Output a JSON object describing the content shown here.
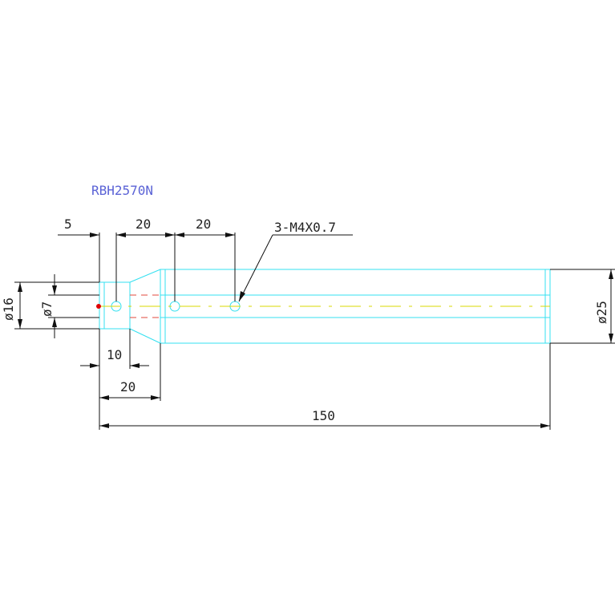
{
  "drawing": {
    "title": "RBH2570N",
    "colors": {
      "background": "#ffffff",
      "title": "#5b63d6",
      "outline": "#34e0f0",
      "dimension": "#111111",
      "centerline": "#d8d800",
      "hidden_line": "#e04a3c",
      "marker": "#e00000"
    },
    "dimensions": {
      "d5": "5",
      "d20a": "20",
      "d20b": "20",
      "thread": "3-M4X0.7",
      "phi16": "ø16",
      "phi7": "ø7",
      "phi25": "ø25",
      "d10": "10",
      "d20c": "20",
      "d150": "150"
    }
  }
}
